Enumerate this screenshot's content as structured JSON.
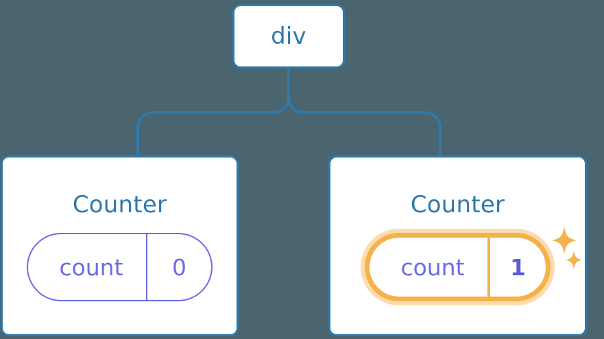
{
  "diagram": {
    "type": "component-tree",
    "background_color": "#4A6570",
    "node_border_color": "#2E7AAE",
    "node_fill_color": "#FFFFFF",
    "node_text_color": "#2E7AAE",
    "state_color": "#6C6CE4",
    "highlight_color": "#F5B14A",
    "highlight_glow_color": "#FBDCAE",
    "connector_color": "#2E7AAE"
  },
  "root": {
    "label": "div"
  },
  "children": [
    {
      "title": "Counter",
      "state": {
        "key": "count",
        "value": "0"
      },
      "highlighted": false,
      "sparkles": false
    },
    {
      "title": "Counter",
      "state": {
        "key": "count",
        "value": "1"
      },
      "highlighted": true,
      "sparkles": true
    }
  ],
  "icons": {
    "sparkle_large": "sparkle-icon",
    "sparkle_small": "sparkle-icon"
  }
}
